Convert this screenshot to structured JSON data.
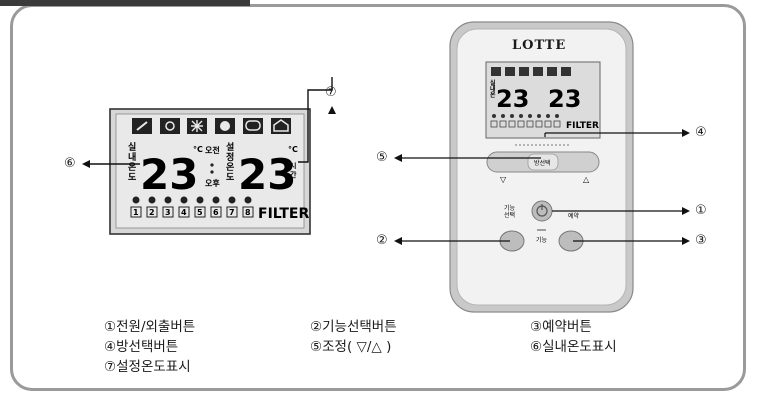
{
  "brand": "LOTTE",
  "lcd": {
    "temp_left": "23",
    "temp_right": "23",
    "unit": "°C",
    "left_label": "실내온도",
    "right_label": "설정온도",
    "am": "오전",
    "pm": "오후",
    "hum_label": "시간",
    "filter": "FILTER",
    "rooms": [
      "1",
      "2",
      "3",
      "4",
      "5",
      "6",
      "7",
      "8"
    ]
  },
  "remote_lcd": {
    "temp_left": "23",
    "temp_right": "23",
    "filter": "FILTER"
  },
  "buttons": {
    "select": "방선택",
    "func_select": "기능\n선택",
    "adjust": "기능",
    "reserve": "예약",
    "down_symbol": "▽",
    "up_symbol": "△"
  },
  "callouts": {
    "c1": "①",
    "c2": "②",
    "c3": "③",
    "c4": "④",
    "c5": "⑤",
    "c6": "⑥",
    "c7": "⑦"
  },
  "legend": {
    "l1": "①전원/외출버튼",
    "l2": "②기능선택버튼",
    "l3": "③예약버튼",
    "l4": "④방선택버튼",
    "l5": "⑤조정( ▽/△ )",
    "l6": "⑥실내온도표시",
    "l7": "⑦설정온도표시"
  }
}
